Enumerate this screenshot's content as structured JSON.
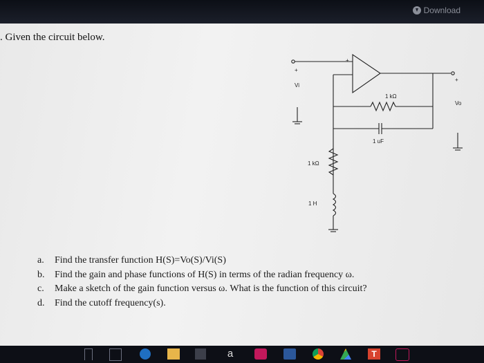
{
  "toolbar": {
    "download_label": "Download"
  },
  "problem": {
    "title": ". Given the circuit below.",
    "questions": [
      {
        "letter": "a.",
        "text": "Find the transfer function H(S)=Vo(S)/Vi(S)"
      },
      {
        "letter": "b.",
        "text": "Find the gain and phase functions of H(S) in terms of the radian frequency ω."
      },
      {
        "letter": "c.",
        "text": "Make a sketch of the gain function versus ω.  What is the function of this circuit?"
      },
      {
        "letter": "d.",
        "text": "Find the cutoff frequency(s)."
      }
    ]
  },
  "circuit": {
    "vi_label": "Vi",
    "vo_label": "Vo",
    "r_feedback_label": "1 kΩ",
    "c_feedback_label": "1 uF",
    "r_ground_label": "1 kΩ",
    "l_ground_label": "1 H",
    "plus_sign": "+"
  },
  "taskbar": {
    "icons": [
      "file-explorer-icon",
      "task-view-icon",
      "edge-icon",
      "folder-icon",
      "store-icon",
      "amazon-icon",
      "heart-app-icon",
      "word-icon",
      "chrome-icon",
      "drive-icon",
      "t-app-icon",
      "overflow-icon"
    ]
  }
}
